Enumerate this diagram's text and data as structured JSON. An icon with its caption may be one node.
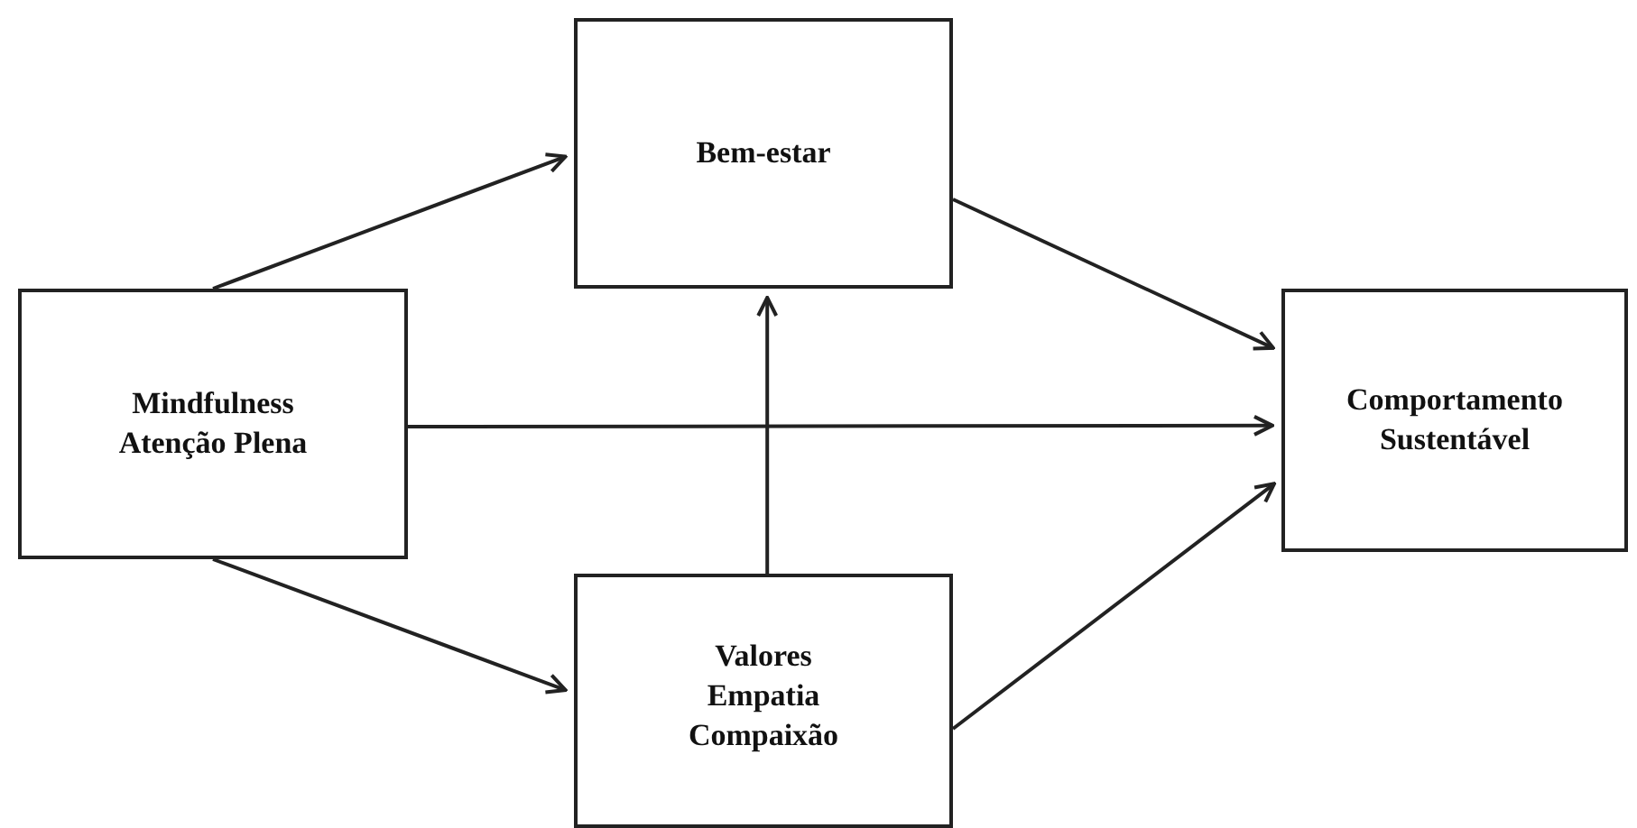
{
  "diagram": {
    "nodes": [
      {
        "text": [
          "Mindfulness Atenção Plena"
        ]
      },
      {
        "text": [
          "Bem-estar"
        ]
      },
      {
        "text": [
          "Valores Empatia Compaixão"
        ]
      },
      {
        "text": [
          "Comportamento Sustentável"
        ]
      }
    ],
    "edges": [
      {
        "from": 0,
        "to": 1,
        "arrow": "to"
      },
      {
        "from": 0,
        "to": 3,
        "arrow": "to"
      },
      {
        "from": 0,
        "to": 2,
        "arrow": "to"
      },
      {
        "from": 2,
        "to": 1,
        "arrow": "to"
      },
      {
        "from": 1,
        "to": 3,
        "arrow": "to"
      },
      {
        "from": 2,
        "to": 3,
        "arrow": "to"
      }
    ]
  }
}
